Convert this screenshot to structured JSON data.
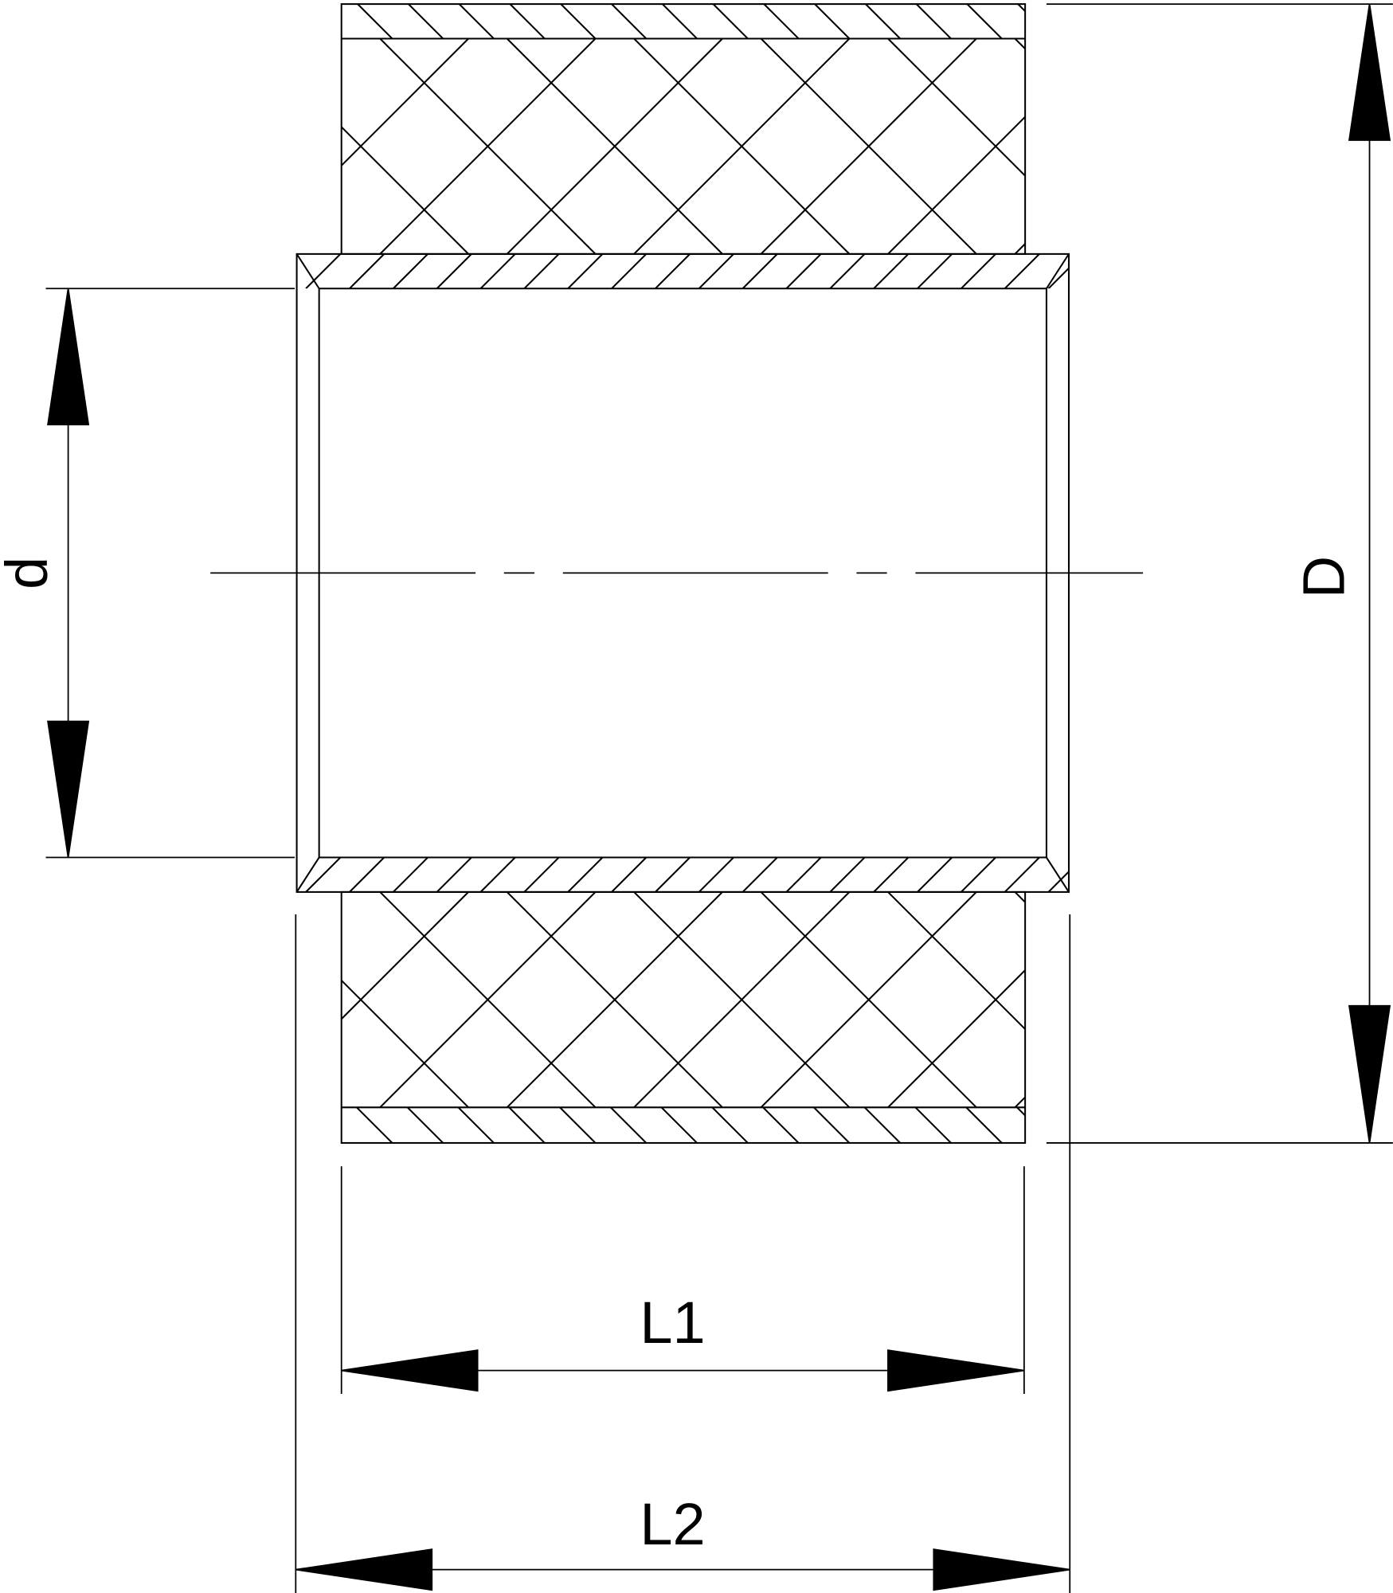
{
  "drawing": {
    "line_color": "#000000",
    "background": "#ffffff",
    "labels": {
      "inner_diameter": "d",
      "outer_diameter": "D",
      "length_outer_sleeve": "L1",
      "length_inner_sleeve": "L2"
    }
  }
}
